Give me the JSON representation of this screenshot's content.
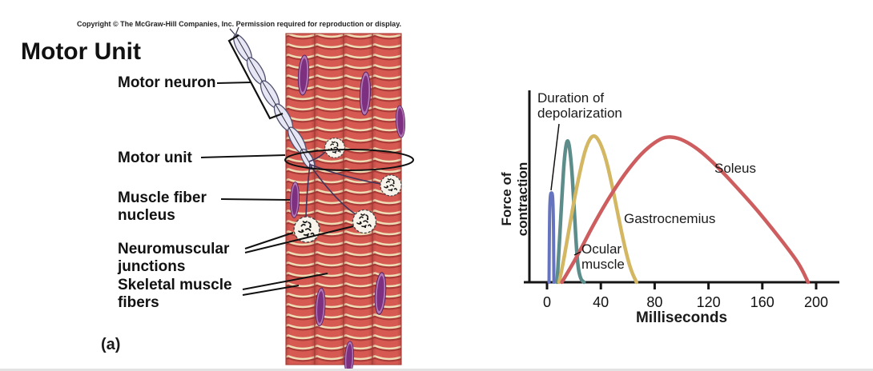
{
  "slide": {
    "copyright_notice": "Copyright © The McGraw-Hill Companies, Inc. Permission required for reproduction or display.",
    "title": "Motor Unit",
    "panel_label": "(a)"
  },
  "diagram": {
    "labels": {
      "motor_neuron": "Motor neuron",
      "motor_unit": "Motor unit",
      "muscle_fiber_nucleus": "Muscle fiber nucleus",
      "neuromuscular_junctions": "Neuromuscular junctions",
      "skeletal_muscle_fibers": "Skeletal muscle fibers"
    }
  },
  "chart_data": {
    "type": "line",
    "title": "",
    "xlabel": "Milliseconds",
    "ylabel": "Force of contraction",
    "x_ticks": [
      0,
      40,
      80,
      120,
      160,
      200
    ],
    "xlim": [
      0,
      210
    ],
    "ylim": [
      0,
      1
    ],
    "grid": false,
    "legend_position": "inline-labels",
    "annotation": "Duration of depolarization",
    "series": [
      {
        "name": "Duration of depolarization",
        "color": "#6674bf",
        "points": [
          [
            1.5,
            0
          ],
          [
            1.8,
            0.33
          ],
          [
            2.3,
            0.465
          ],
          [
            3.3,
            0.48
          ],
          [
            4.3,
            0.465
          ],
          [
            4.8,
            0.33
          ],
          [
            5.1,
            0
          ]
        ]
      },
      {
        "name": "Ocular muscle",
        "color": "#5d8d8a",
        "points": [
          [
            7.5,
            0
          ],
          [
            9,
            0.18
          ],
          [
            11,
            0.45
          ],
          [
            13,
            0.68
          ],
          [
            15.5,
            0.78
          ],
          [
            18,
            0.65
          ],
          [
            20,
            0.42
          ],
          [
            21.5,
            0.22
          ],
          [
            23,
            0.08
          ],
          [
            25,
            0.015
          ],
          [
            27.5,
            0
          ]
        ]
      },
      {
        "name": "Gastrocnemius",
        "color": "#d4b763",
        "points": [
          [
            9,
            0
          ],
          [
            12,
            0.1
          ],
          [
            16,
            0.27
          ],
          [
            21,
            0.47
          ],
          [
            26,
            0.64
          ],
          [
            30,
            0.74
          ],
          [
            34,
            0.785
          ],
          [
            38,
            0.765
          ],
          [
            43,
            0.68
          ],
          [
            48,
            0.53
          ],
          [
            53,
            0.35
          ],
          [
            58,
            0.18
          ],
          [
            62,
            0.07
          ],
          [
            66.5,
            0
          ]
        ]
      },
      {
        "name": "Soleus",
        "color": "#cd5d5e",
        "points": [
          [
            11,
            0
          ],
          [
            16,
            0.06
          ],
          [
            24,
            0.16
          ],
          [
            34,
            0.3
          ],
          [
            46,
            0.45
          ],
          [
            58,
            0.58
          ],
          [
            70,
            0.685
          ],
          [
            80,
            0.745
          ],
          [
            88,
            0.775
          ],
          [
            97,
            0.77
          ],
          [
            107,
            0.735
          ],
          [
            118,
            0.675
          ],
          [
            130,
            0.59
          ],
          [
            143,
            0.49
          ],
          [
            156,
            0.385
          ],
          [
            168,
            0.28
          ],
          [
            180,
            0.17
          ],
          [
            188,
            0.09
          ],
          [
            194,
            0
          ]
        ]
      }
    ]
  },
  "colors": {
    "text": "#1a1a1a",
    "axis": "#151515",
    "fiber_red": "#d65a52",
    "fiber_stripe_cream": "#efddb6",
    "fiber_shadow_red": "#a93b38",
    "nucleus_purple": "#7d3080",
    "nucleus_rim": "#b277b5",
    "myelin_lavender": "#e6e6f4"
  }
}
